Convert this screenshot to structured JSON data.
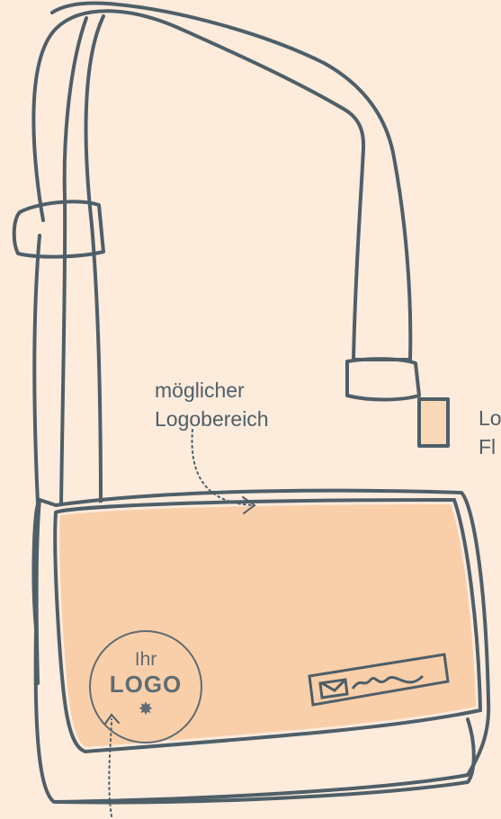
{
  "labels": {
    "logo_area_line1": "möglicher",
    "logo_area_line2": "Logobereich",
    "side_label_line1": "Lo",
    "side_label_line2": "Fl"
  },
  "badge": {
    "line1": "Ihr",
    "line2": "LOGO",
    "symbol": "✸"
  },
  "colors": {
    "background": "#fdebdc",
    "stroke": "#4e5f68",
    "flap_fill": "#f9cfaa",
    "tab_fill": "#f9d8b7"
  },
  "icons": {
    "logo_badge": "star-badge-icon",
    "label_patch": "signature-label-icon",
    "arrows": "dotted-arrow-icon"
  }
}
